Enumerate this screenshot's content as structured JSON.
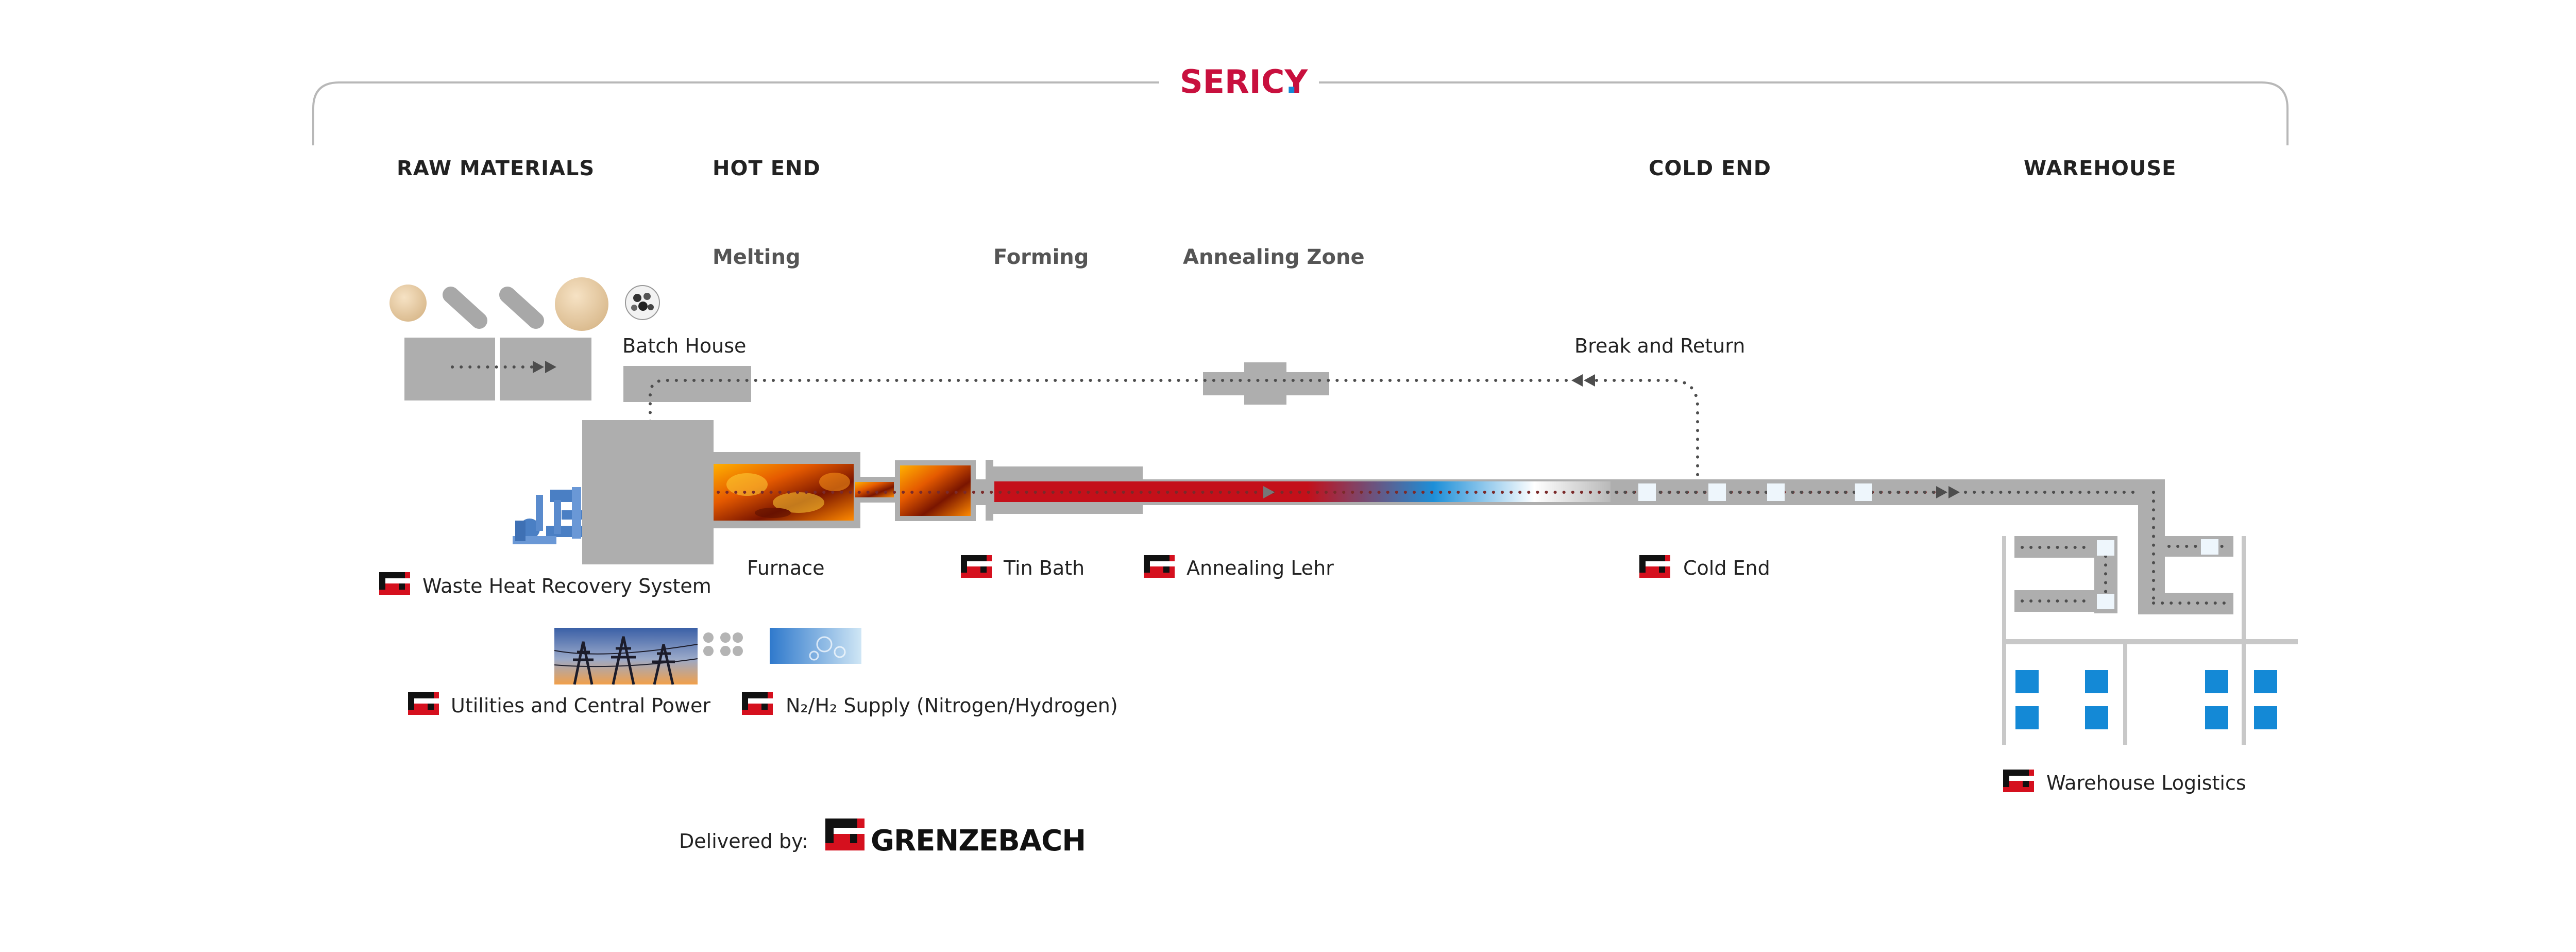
{
  "brand": {
    "name": "SERICY",
    "dot": ".",
    "color": "#c8103e"
  },
  "sections": {
    "raw_materials": "RAW MATERIALS",
    "hot_end": "HOT END",
    "cold_end": "COLD END",
    "warehouse": "WAREHOUSE"
  },
  "stages": {
    "melting": "Melting",
    "forming": "Forming",
    "annealing_zone": "Annealing Zone"
  },
  "labels": {
    "batch_house": "Batch House",
    "break_and_return": "Break and Return",
    "furnace": "Furnace",
    "waste_heat": "Waste Heat Recovery System",
    "tin_bath": "Tin Bath",
    "annealing_lehr": "Annealing Lehr",
    "cold_end": "Cold End",
    "utilities": "Utilities and Central Power",
    "n2h2": "N₂/H₂ Supply (Nitrogen/Hydrogen)",
    "warehouse_logistics": "Warehouse Logistics"
  },
  "footer": {
    "delivered_by": "Delivered by:",
    "company": "GRENZEBACH"
  },
  "icons": {
    "partner_logo": "grenzebach-logo-icon",
    "raw_material": "raw-material-icon",
    "power_lines": "power-lines-icon",
    "gas_supply": "gas-supply-icon",
    "heat_recovery": "heat-recovery-icon",
    "flame": "flame-icon"
  },
  "colors": {
    "accent": "#c8103e",
    "machine_gray": "#aeaeae",
    "flow_dots": "#4d4d4d",
    "storage_blue": "#1489d6",
    "glass_hot": "#c4101a",
    "glass_cool": "#1d8fd8"
  }
}
